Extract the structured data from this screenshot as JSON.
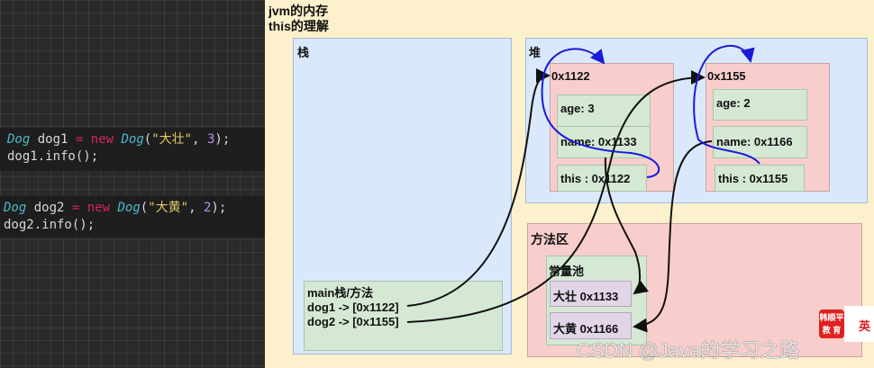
{
  "code": {
    "block1": {
      "type": "Dog",
      "var": "dog1",
      "op": "=",
      "kw": "new",
      "ctor": "Dog",
      "str": "\"大壮\"",
      "num": "3",
      "end": ");",
      "call": "dog1.info();"
    },
    "block2": {
      "type": "Dog",
      "var": "dog2",
      "op": "=",
      "kw": "new",
      "ctor": "Dog",
      "str": "\"大黄\"",
      "num": "2",
      "end": ");",
      "call": "dog2.info();"
    }
  },
  "diagram": {
    "title_line1": "jvm的内存",
    "title_line2": "this的理解",
    "stack": {
      "label": "栈",
      "frame_title": "main栈/方法",
      "dog1": "dog1 -> [0x1122]",
      "dog2": "dog2 -> [0x1155]"
    },
    "heap": {
      "label": "堆",
      "objects": [
        {
          "address": "0x1122",
          "age": "age: 3",
          "name": "name: 0x1133",
          "this": "this : 0x1122"
        },
        {
          "address": "0x1155",
          "age": "age: 2",
          "name": "name: 0x1166",
          "this": "this : 0x1155"
        }
      ]
    },
    "method_area": {
      "label": "方法区",
      "pool_label": "常量池",
      "entries": [
        "大壮 0x1133",
        "大黄 0x1166"
      ]
    }
  },
  "logo": {
    "text": "韩顺平教育",
    "side_text": "英"
  },
  "watermark": "CSDN @Java的学习之路",
  "colors": {
    "stack": "#dae8fc",
    "heap_object": "#f8cecc",
    "field": "#d5e8d4",
    "pool_entry": "#e1d5e7",
    "this_arrow": "#1a1ad8",
    "ref_arrow": "#111111"
  }
}
